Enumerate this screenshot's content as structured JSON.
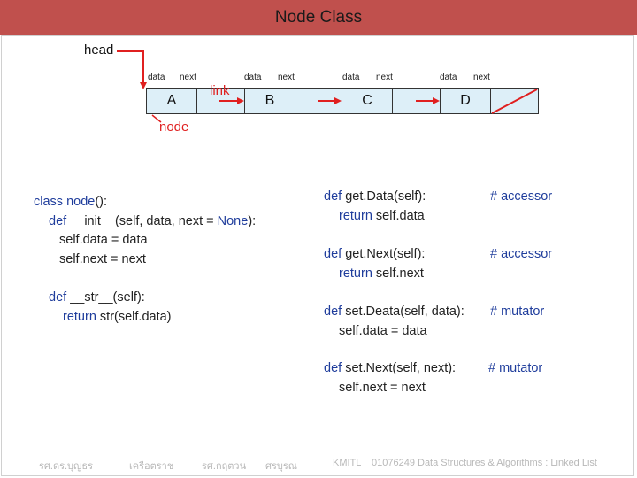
{
  "title": "Node Class",
  "diagram": {
    "head_label": "head",
    "link_label": "link",
    "node_label": "node",
    "field_labels": {
      "data": "data",
      "next": "next"
    },
    "nodes": [
      {
        "letter": "A",
        "next": "pointer"
      },
      {
        "letter": "B",
        "next": "pointer"
      },
      {
        "letter": "C",
        "next": "pointer"
      },
      {
        "letter": "D",
        "next": "none"
      }
    ],
    "colors": {
      "arrow": "#e02020",
      "box_fill": "#ddeff8",
      "title_bar": "#c0504d"
    }
  },
  "code_left": {
    "class_kw": "class ",
    "class_name": "node",
    "class_rest": "():",
    "init_def": "def ",
    "init_sig": "__init__(self, data, next = ",
    "init_none": "None",
    "init_end": "):",
    "line_data": "self.data = data",
    "line_next": "self.next = next",
    "str_def": "def ",
    "str_sig": "__str__(self):",
    "str_return_kw": "return ",
    "str_return_expr": "str(self.data)"
  },
  "code_right": [
    {
      "def_kw": "def ",
      "signature": "get.Data(self):",
      "comment": "# accessor",
      "return_kw": "return ",
      "body": "self.data"
    },
    {
      "def_kw": "def ",
      "signature": "get.Next(self):",
      "comment": "# accessor",
      "return_kw": "return ",
      "body": "self.next"
    },
    {
      "def_kw": "def ",
      "signature": "set.Deata(self, data):",
      "comment": "# mutator",
      "return_kw": "",
      "body": "self.data = data"
    },
    {
      "def_kw": "def ",
      "signature": "set.Next(self, next):",
      "comment": "# mutator",
      "return_kw": "",
      "body": "self.next = next"
    }
  ],
  "footer": {
    "author1": "รศ.ดร.บุญธร",
    "author2": "เครือตราช",
    "author3": "รศ.กฤตวน",
    "author4": "ศรบุรณ",
    "org": "KMITL",
    "course": "01076249 Data Structures & Algorithms : Linked List"
  }
}
